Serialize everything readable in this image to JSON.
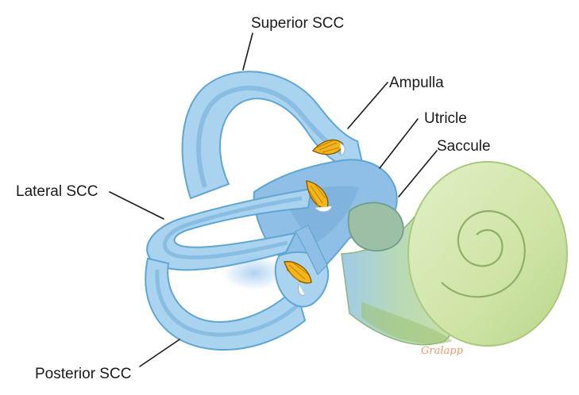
{
  "labels": {
    "superior_scc": "Superior SCC",
    "ampulla": "Ampulla",
    "utricle": "Utricle",
    "saccule": "Saccule",
    "lateral_scc": "Lateral SCC",
    "posterior_scc": "Posterior SCC"
  },
  "signature": "Gralapp",
  "colors": {
    "canal_fill": "#a9d3ee",
    "canal_edge": "#5fa6d3",
    "canal_inner": "#7eb4dd",
    "vestibule_fill": "#8fbfe6",
    "cochlea_fill": "#d3e7ae",
    "cochlea_edge": "#a9c97c",
    "cupula": "#f2b61c",
    "cupula_edge": "#8a5a00",
    "signature": "#f09a6a",
    "label_text": "#1a1a1a"
  }
}
